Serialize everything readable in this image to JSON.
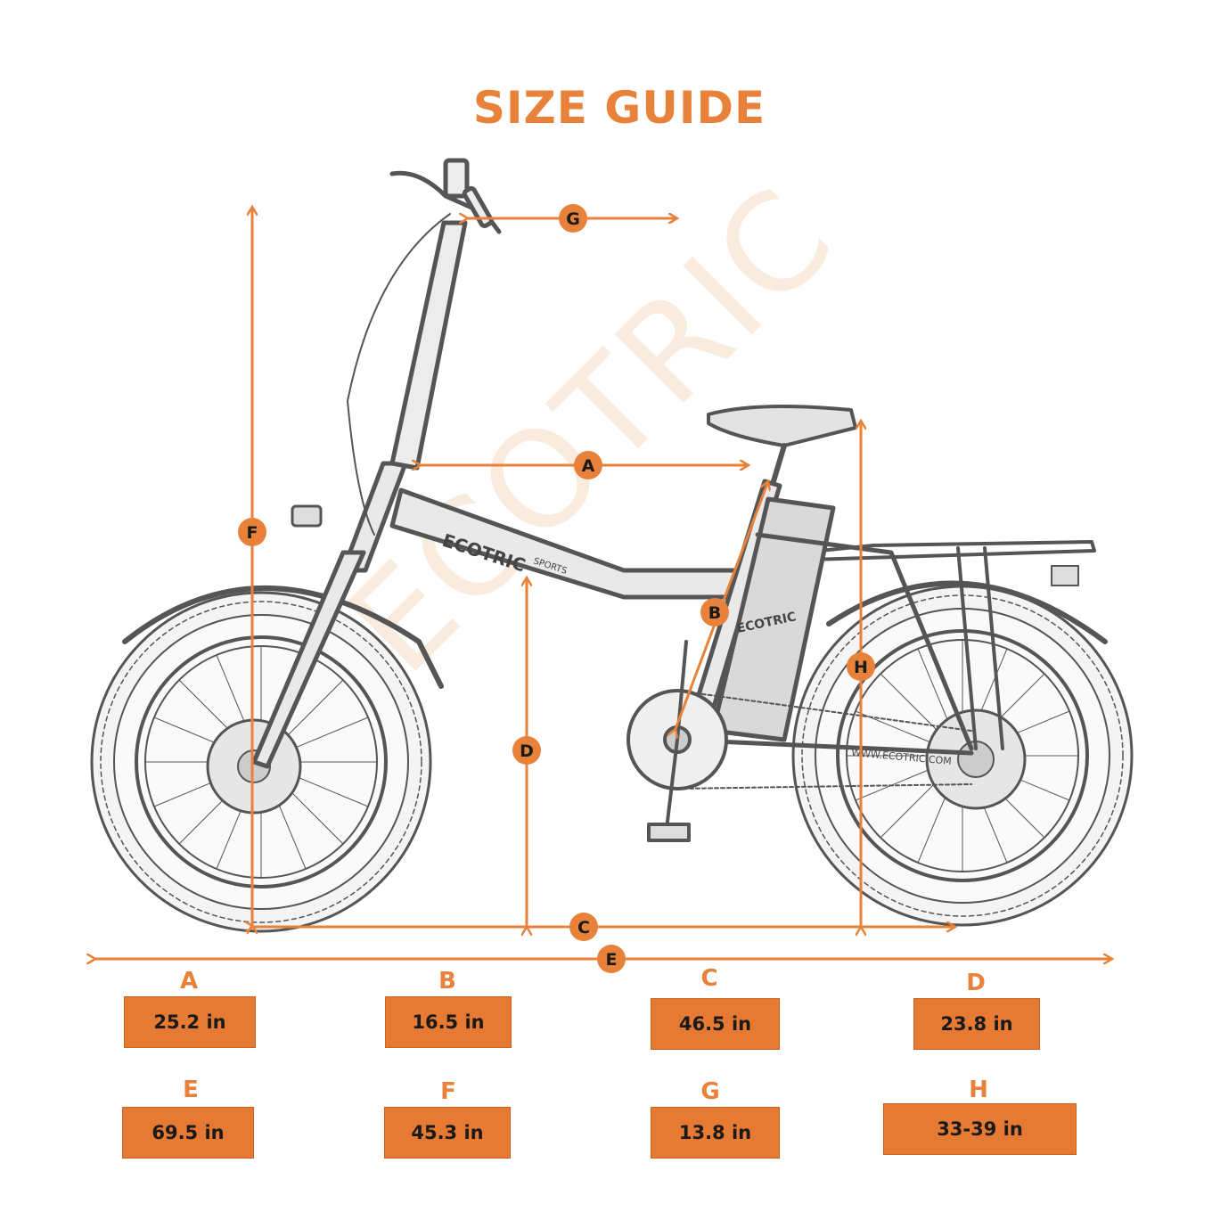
{
  "title": "SIZE GUIDE",
  "watermark": "ECOTRIC",
  "frame_text": {
    "brand": "ECOTRIC",
    "model": "SPORTS",
    "url": "WWW.ECOTRIC.COM"
  },
  "colors": {
    "accent": "#e8823a",
    "box_fill": "#e77a33",
    "sketch": "#555555"
  },
  "markers": [
    "A",
    "B",
    "C",
    "D",
    "E",
    "F",
    "G",
    "H"
  ],
  "measurements": [
    {
      "key": "A",
      "value": "25.2 in"
    },
    {
      "key": "B",
      "value": "16.5 in"
    },
    {
      "key": "C",
      "value": "46.5 in"
    },
    {
      "key": "D",
      "value": "23.8 in"
    },
    {
      "key": "E",
      "value": "69.5 in"
    },
    {
      "key": "F",
      "value": "45.3 in"
    },
    {
      "key": "G",
      "value": "13.8 in"
    },
    {
      "key": "H",
      "value": "33-39 in"
    }
  ]
}
